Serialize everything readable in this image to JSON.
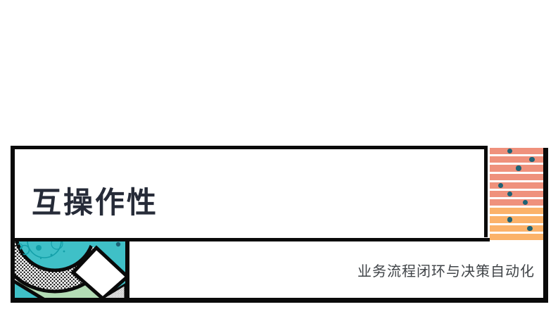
{
  "slide": {
    "title": "互操作性",
    "subtitle": "业务流程闭环与决策自动化"
  },
  "colors": {
    "stripe_salmon": "#EF917C",
    "stripe_orange": "#FBB26A",
    "stripe_dot": "#1D6376",
    "pattern_teal": "#3FC0C7",
    "pattern_teal_dark": "#14A0A9",
    "pattern_mint": "#B3DCB5",
    "frame_black": "#0A0A0A",
    "title_text": "#262B38",
    "subtitle_text": "#3F4347"
  },
  "stripes": [
    {
      "color": "stripe_salmon",
      "dot_x": 0.38
    },
    {
      "color": "stripe_salmon",
      "dot_x": 0.79
    },
    {
      "color": "stripe_salmon",
      "dot_x": 0.54
    },
    {
      "color": "stripe_salmon",
      "dot_x": null
    },
    {
      "color": "stripe_salmon",
      "dot_x": 0.2
    },
    {
      "color": "stripe_salmon",
      "dot_x": 0.37
    },
    {
      "color": "stripe_salmon",
      "dot_x": 0.66
    },
    {
      "color": "stripe_orange",
      "dot_x": null
    },
    {
      "color": "stripe_orange",
      "dot_x": 0.37
    },
    {
      "color": "stripe_orange",
      "dot_x": 0.75
    },
    {
      "color": "stripe_orange",
      "dot_x": null
    }
  ]
}
